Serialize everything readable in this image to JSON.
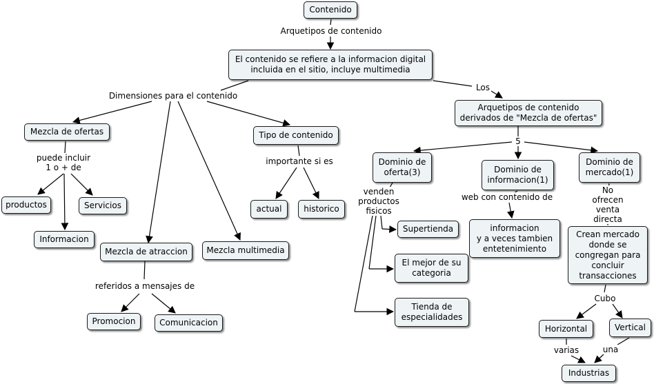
{
  "nodes": {
    "contenido": "Contenido",
    "root": "El contenido se refiere a la informacion digital\nincluida en el sitio, incluye multimedia",
    "arquetipos": "Arquetipos de contenido\nderivados de \"Mezcla de ofertas\"",
    "mezcla_ofertas": "Mezcla de ofertas",
    "tipo_contenido": "Tipo de contenido",
    "productos": "productos",
    "servicios": "Servicios",
    "informacion": "Informacion",
    "actual": "actual",
    "historico": "historico",
    "mezcla_atraccion": "Mezcla de atraccion",
    "mezcla_multimedia": "Mezcla multimedia",
    "promocion": "Promocion",
    "comunicacion": "Comunicacion",
    "dominio_oferta": "Dominio de\noferta(3)",
    "dominio_informacion": "Dominio de\ninformacion(1)",
    "dominio_mercado": "Dominio de\nmercado(1)",
    "supertienda": "Supertienda",
    "mejor_categoria": "El mejor de su\ncategoria",
    "tienda_especialidades": "Tienda de\nespecialidades",
    "informacion_entretenimiento": "informacion\ny a veces tambien\nentetenimiento",
    "crean_mercado": "Crean mercado\ndonde se\ncongregan para\nconcluir\ntransacciones",
    "horizontal": "Horizontal",
    "vertical": "Vertical",
    "industrias": "Industrias"
  },
  "links": {
    "arquetipos_contenido": "Arquetipos de contenido",
    "dimensiones": "Dimensiones para el contenido",
    "los": "Los",
    "puede_incluir": "puede incluir\n1 o + de",
    "importante": "importante si es",
    "referidos": "referidos a mensajes de",
    "cinco": "5",
    "venden": "venden\nproductos\nfisicos",
    "web_contenido": "web con contenido de",
    "no_ofrecen": "No ofrecen\nventa directa",
    "cubo": "Cubo",
    "varias": "varias",
    "una": "una"
  }
}
